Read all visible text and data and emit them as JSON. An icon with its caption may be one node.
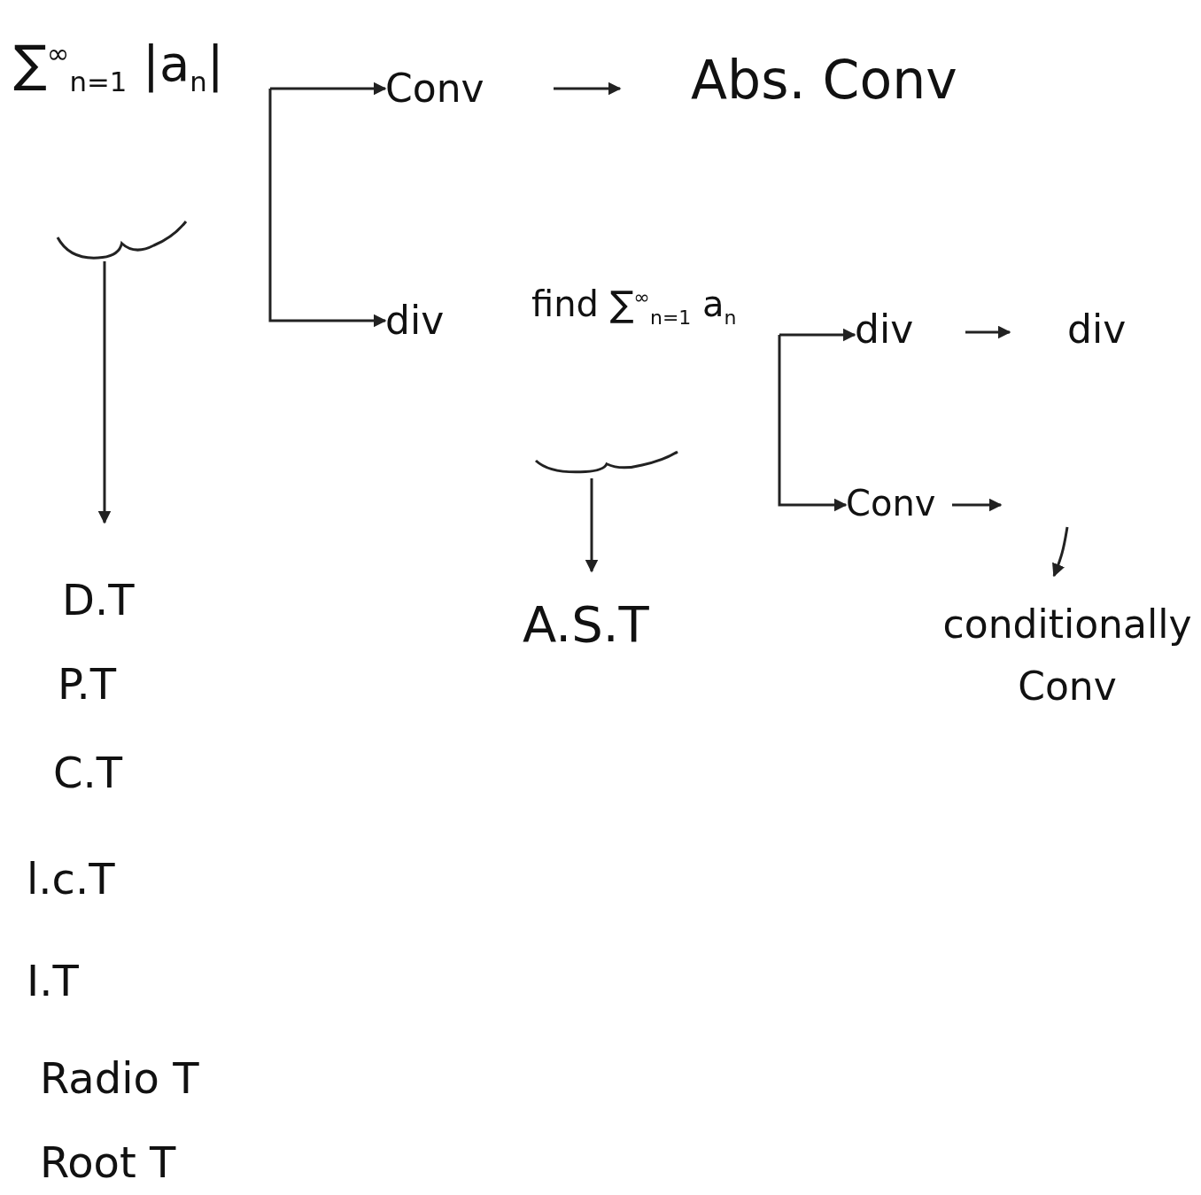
{
  "diagram": {
    "nodes": [
      {
        "text": [
          "∑$^{∞}$$_{n=1}$ |a$_{n}$|"
        ]
      },
      {
        "text": [
          "Conv"
        ]
      },
      {
        "text": [
          "Abs. Conv"
        ]
      },
      {
        "text": [
          "div"
        ]
      },
      {
        "text": [
          "find ∑$^{∞}$$_{n=1}$ a$_{n}$"
        ]
      },
      {
        "text": [
          "div"
        ]
      },
      {
        "text": [
          "div"
        ]
      },
      {
        "text": [
          "Conv"
        ]
      },
      {
        "text": [
          "conditionally Conv"
        ]
      },
      {
        "text": [
          "D.T",
          "P.T",
          "C.T",
          "l.c.T",
          "I.T",
          "Radio T",
          "Root T"
        ]
      },
      {
        "text": [
          "A.S.T"
        ]
      }
    ],
    "edges": [
      {
        "from": 0,
        "to": 1,
        "arrow": "to"
      },
      {
        "from": 0,
        "to": 3,
        "arrow": "to"
      },
      {
        "from": 1,
        "to": 2,
        "arrow": "to"
      },
      {
        "from": 4,
        "to": 5,
        "arrow": "to"
      },
      {
        "from": 4,
        "to": 7,
        "arrow": "to"
      },
      {
        "from": 5,
        "to": 6,
        "arrow": "to"
      },
      {
        "from": 7,
        "to": null,
        "arrow": "to"
      },
      {
        "from": null,
        "to": 8,
        "arrow": "to"
      },
      {
        "from": 0,
        "to": 9,
        "arrow": "to"
      },
      {
        "from": 4,
        "to": 10,
        "arrow": "to"
      }
    ]
  }
}
